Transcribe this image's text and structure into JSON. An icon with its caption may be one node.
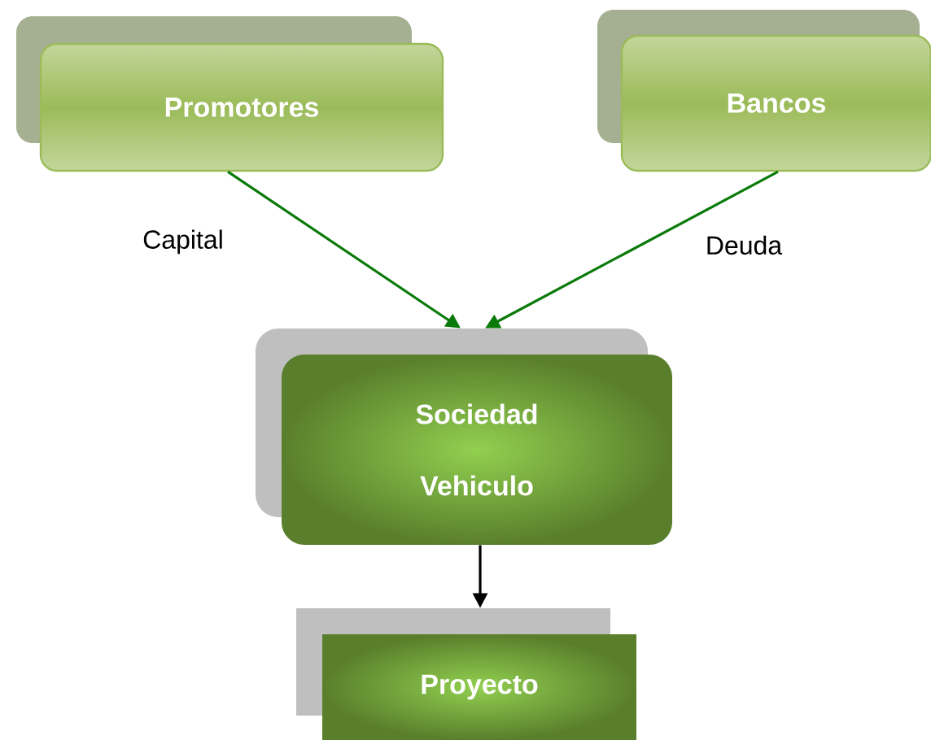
{
  "diagram": {
    "nodes": [
      {
        "text": [
          "Promotores"
        ]
      },
      {
        "text": [
          "Bancos"
        ]
      },
      {
        "text": [
          "Sociedad Vehiculo"
        ]
      },
      {
        "text": [
          "Proyecto"
        ]
      }
    ],
    "edges": [
      {
        "from": 0,
        "to": 2,
        "arrow": "to",
        "label": "Capital"
      },
      {
        "from": 1,
        "to": 2,
        "arrow": "to",
        "label": "Deuda"
      },
      {
        "from": 2,
        "to": 3,
        "arrow": "to",
        "color": "#000000"
      }
    ]
  }
}
